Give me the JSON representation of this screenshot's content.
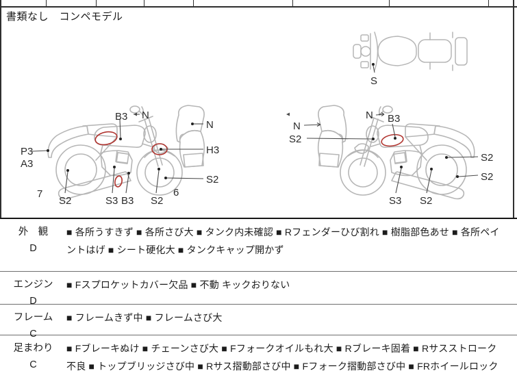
{
  "top_strip": {
    "note": "書類なし　コンペモデル"
  },
  "diagrams": {
    "top_view": {
      "labels": {
        "s": "S"
      }
    },
    "left_view": {
      "labels": {
        "b3_tank": "B3",
        "n_mirror": "N",
        "n_cowl": "N",
        "p3": "P3",
        "a3": "A3",
        "h3": "H3",
        "s2_side": "S2",
        "num_7": "7",
        "s2_muffler": "S2",
        "s3_engine": "S3",
        "b3_frame": "B3",
        "s2_fork": "S2",
        "num_6": "6"
      }
    },
    "right_view": {
      "labels": {
        "n_mirror": "N",
        "b3_tank": "B3",
        "n_cowl": "N",
        "s2_front": "S2",
        "s2_shock": "S2",
        "s2_wheel": "S2",
        "s3_engine": "S3",
        "s2_muffler": "S2"
      }
    }
  },
  "inspection": {
    "bullet": "■",
    "rows": [
      {
        "category": "外　観",
        "grade": "D",
        "items": [
          "各所うすきず",
          "各所さび大",
          "タンク内未確認",
          "Rフェンダーひび割れ",
          "樹脂部色あせ",
          "各所ペイントはげ",
          "シート硬化大",
          "タンクキャップ開かず"
        ]
      },
      {
        "category": "エンジン",
        "grade": "D",
        "items": [
          "Fスプロケットカバー欠品",
          "不動 キックおりない"
        ]
      },
      {
        "category": "フレーム",
        "grade": "C",
        "items": [
          "フレームきず中",
          "フレームさび大"
        ]
      },
      {
        "category": "足まわり",
        "grade": "C",
        "items": [
          "Fブレーキぬけ",
          "チェーンさび大",
          "Fフォークオイルもれ大",
          "Rブレーキ固着",
          "Rサスストローク不良",
          "トップブリッジさび中",
          "Rサス摺動部さび中",
          "Fフォーク摺動部さび中",
          "FRホイールロック"
        ]
      }
    ]
  },
  "colors": {
    "annotation_red": "#b0342f",
    "line_art_gray": "#b6b6b6",
    "border_dark": "#2f2f2f"
  }
}
